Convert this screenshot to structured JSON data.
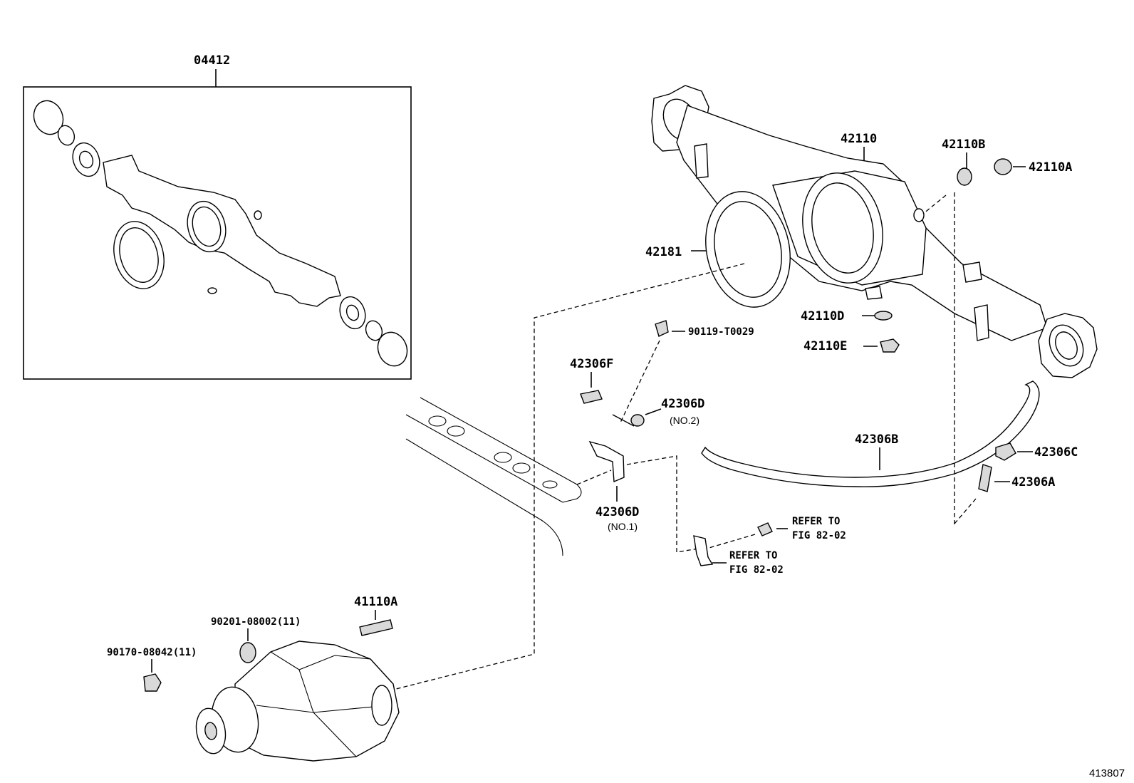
{
  "labels": {
    "kit": "04412",
    "housing": "42110",
    "p42110B": "42110B",
    "p42110A": "42110A",
    "p42181": "42181",
    "p42110D": "42110D",
    "p42110E": "42110E",
    "p90119": "90119-T0029",
    "p42306F": "42306F",
    "p42306D_top": "42306D",
    "p42306D_top_note": "(NO.2)",
    "p42306B": "42306B",
    "p42306C": "42306C",
    "p42306A": "42306A",
    "p42306D_bot": "42306D",
    "p42306D_bot_note": "(NO.1)",
    "refer1_a": "REFER TO",
    "refer1_b": "FIG 82-02",
    "refer2_a": "REFER TO",
    "refer2_b": "FIG 82-02",
    "p41110A": "41110A",
    "p90201": "90201-08002(11)",
    "p90170": "90170-08042(11)",
    "figure_id": "413807"
  }
}
